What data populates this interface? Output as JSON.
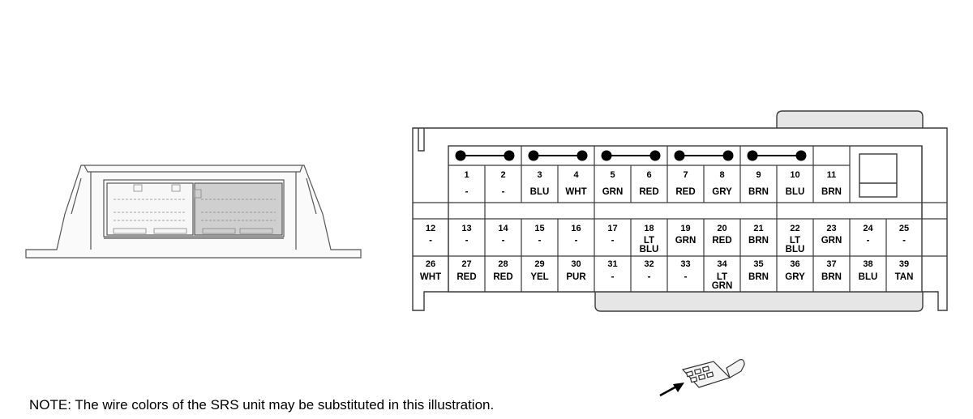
{
  "note": "NOTE: The wire colors of the SRS unit may be substituted in this illustration.",
  "pins_top": [
    {
      "num": "1",
      "color": "-"
    },
    {
      "num": "2",
      "color": "-"
    },
    {
      "num": "3",
      "color": "BLU"
    },
    {
      "num": "4",
      "color": "WHT"
    },
    {
      "num": "5",
      "color": "GRN"
    },
    {
      "num": "6",
      "color": "RED"
    },
    {
      "num": "7",
      "color": "RED"
    },
    {
      "num": "8",
      "color": "GRY"
    },
    {
      "num": "9",
      "color": "BRN"
    },
    {
      "num": "10",
      "color": "BLU"
    },
    {
      "num": "11",
      "color": "BRN"
    }
  ],
  "pins_mid": [
    {
      "num": "12",
      "color": "-"
    },
    {
      "num": "13",
      "color": "-"
    },
    {
      "num": "14",
      "color": "-"
    },
    {
      "num": "15",
      "color": "-"
    },
    {
      "num": "16",
      "color": "-"
    },
    {
      "num": "17",
      "color": "-"
    },
    {
      "num": "18",
      "color": "LT BLU"
    },
    {
      "num": "19",
      "color": "GRN"
    },
    {
      "num": "20",
      "color": "RED"
    },
    {
      "num": "21",
      "color": "BRN"
    },
    {
      "num": "22",
      "color": "LT BLU"
    },
    {
      "num": "23",
      "color": "GRN"
    },
    {
      "num": "24",
      "color": "-"
    },
    {
      "num": "25",
      "color": "-"
    }
  ],
  "pins_bot": [
    {
      "num": "26",
      "color": "WHT"
    },
    {
      "num": "27",
      "color": "RED"
    },
    {
      "num": "28",
      "color": "RED"
    },
    {
      "num": "29",
      "color": "YEL"
    },
    {
      "num": "30",
      "color": "PUR"
    },
    {
      "num": "31",
      "color": "-"
    },
    {
      "num": "32",
      "color": "-"
    },
    {
      "num": "33",
      "color": "-"
    },
    {
      "num": "34",
      "color": "LT GRN"
    },
    {
      "num": "35",
      "color": "BRN"
    },
    {
      "num": "36",
      "color": "GRY"
    },
    {
      "num": "37",
      "color": "BRN"
    },
    {
      "num": "38",
      "color": "BLU"
    },
    {
      "num": "39",
      "color": "TAN"
    }
  ],
  "shorting_bars": [
    {
      "pins": "1-2"
    },
    {
      "pins": "3-4"
    },
    {
      "pins": "5-6"
    },
    {
      "pins": "7-8"
    },
    {
      "pins": "9-10"
    }
  ],
  "colors": {
    "line": "#3a3a3a",
    "fill_gray": "#e6e6e6",
    "connector_gray": "#bdbdbd"
  }
}
